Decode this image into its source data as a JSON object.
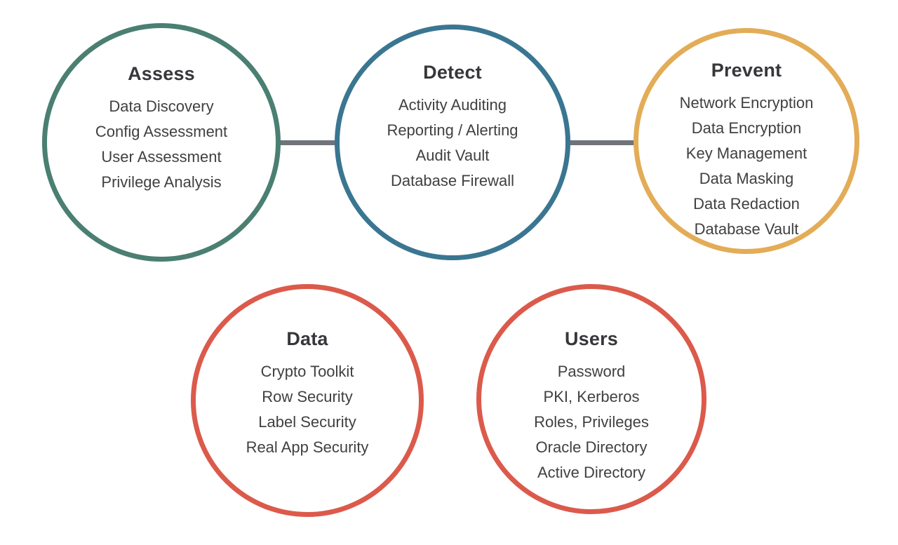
{
  "diagram": {
    "background_color": "#FFFFFF",
    "connector_color": "#70737A",
    "title_text_color": "#37363A",
    "item_text_color": "#403F42",
    "connectors": [
      {
        "from": "Assess",
        "to": "Detect"
      },
      {
        "from": "Detect",
        "to": "Prevent"
      }
    ],
    "circles": [
      {
        "title": "Assess",
        "border_color": "#4A7F72",
        "items": [
          "Data Discovery",
          "Config Assessment",
          "User Assessment",
          "Privilege Analysis"
        ]
      },
      {
        "title": "Detect",
        "border_color": "#3A7691",
        "items": [
          "Activity Auditing",
          "Reporting / Alerting",
          "Audit Vault",
          "Database Firewall"
        ]
      },
      {
        "title": "Prevent",
        "border_color": "#E3AC57",
        "items": [
          "Network Encryption",
          "Data Encryption",
          "Key Management",
          "Data Masking",
          "Data Redaction",
          "Database Vault"
        ]
      },
      {
        "title": "Data",
        "border_color": "#DC5A4B",
        "items": [
          "Crypto Toolkit",
          "Row Security",
          "Label Security",
          "Real App Security"
        ]
      },
      {
        "title": "Users",
        "border_color": "#DC5A4B",
        "items": [
          "Password",
          "PKI, Kerberos",
          "Roles, Privileges",
          "Oracle Directory",
          "Active Directory"
        ]
      }
    ]
  }
}
